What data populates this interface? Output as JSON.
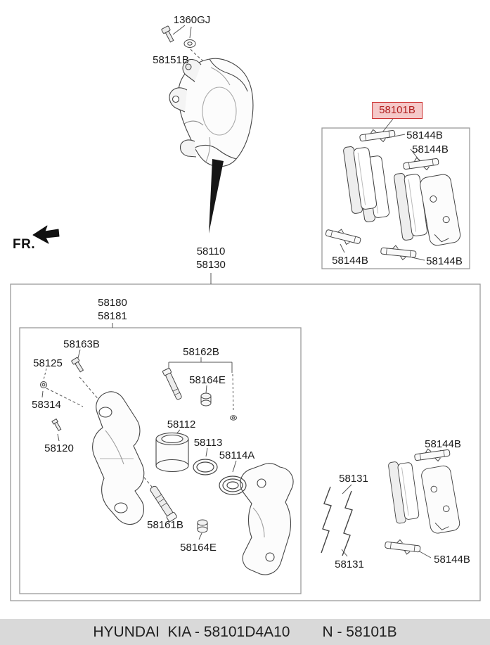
{
  "fr": {
    "label": "FR."
  },
  "top_assembly": {
    "bolt": "1360GJ",
    "washer": "58151B",
    "caliper": {
      "line1": "58110",
      "line2": "58130"
    }
  },
  "pad_kit": {
    "code": "58101B",
    "shim_top_left": "58144B",
    "shim_top_right": "58144B",
    "shim_bottom_left": "58144B",
    "shim_bottom_right": "58144B"
  },
  "carrier_kit": {
    "title": {
      "line1": "58180",
      "line2": "58181"
    },
    "guide_bolt": "58163B",
    "cap": "58125",
    "pin_boot_kit": "58162B",
    "grommet_upper": "58164E",
    "screw": "58314",
    "bleeder": "58120",
    "piston": "58112",
    "piston_seal": "58113",
    "piston_boot": "58114A",
    "guide_rod": "58161B",
    "grommet_lower": "58164E",
    "pad_spring_upper": "58131",
    "pad_spring_lower": "58131",
    "shim_upper": "58144B",
    "shim_lower": "58144B"
  },
  "footer": {
    "left": "HYUNDAI  KIA - 58101D4A10",
    "right": "N - 58101B"
  },
  "colors": {
    "highlight_bg": "#f5c9c9",
    "highlight_border": "#cc3333",
    "highlight_text": "#b02020",
    "footer_bg": "#d9d9d9"
  }
}
